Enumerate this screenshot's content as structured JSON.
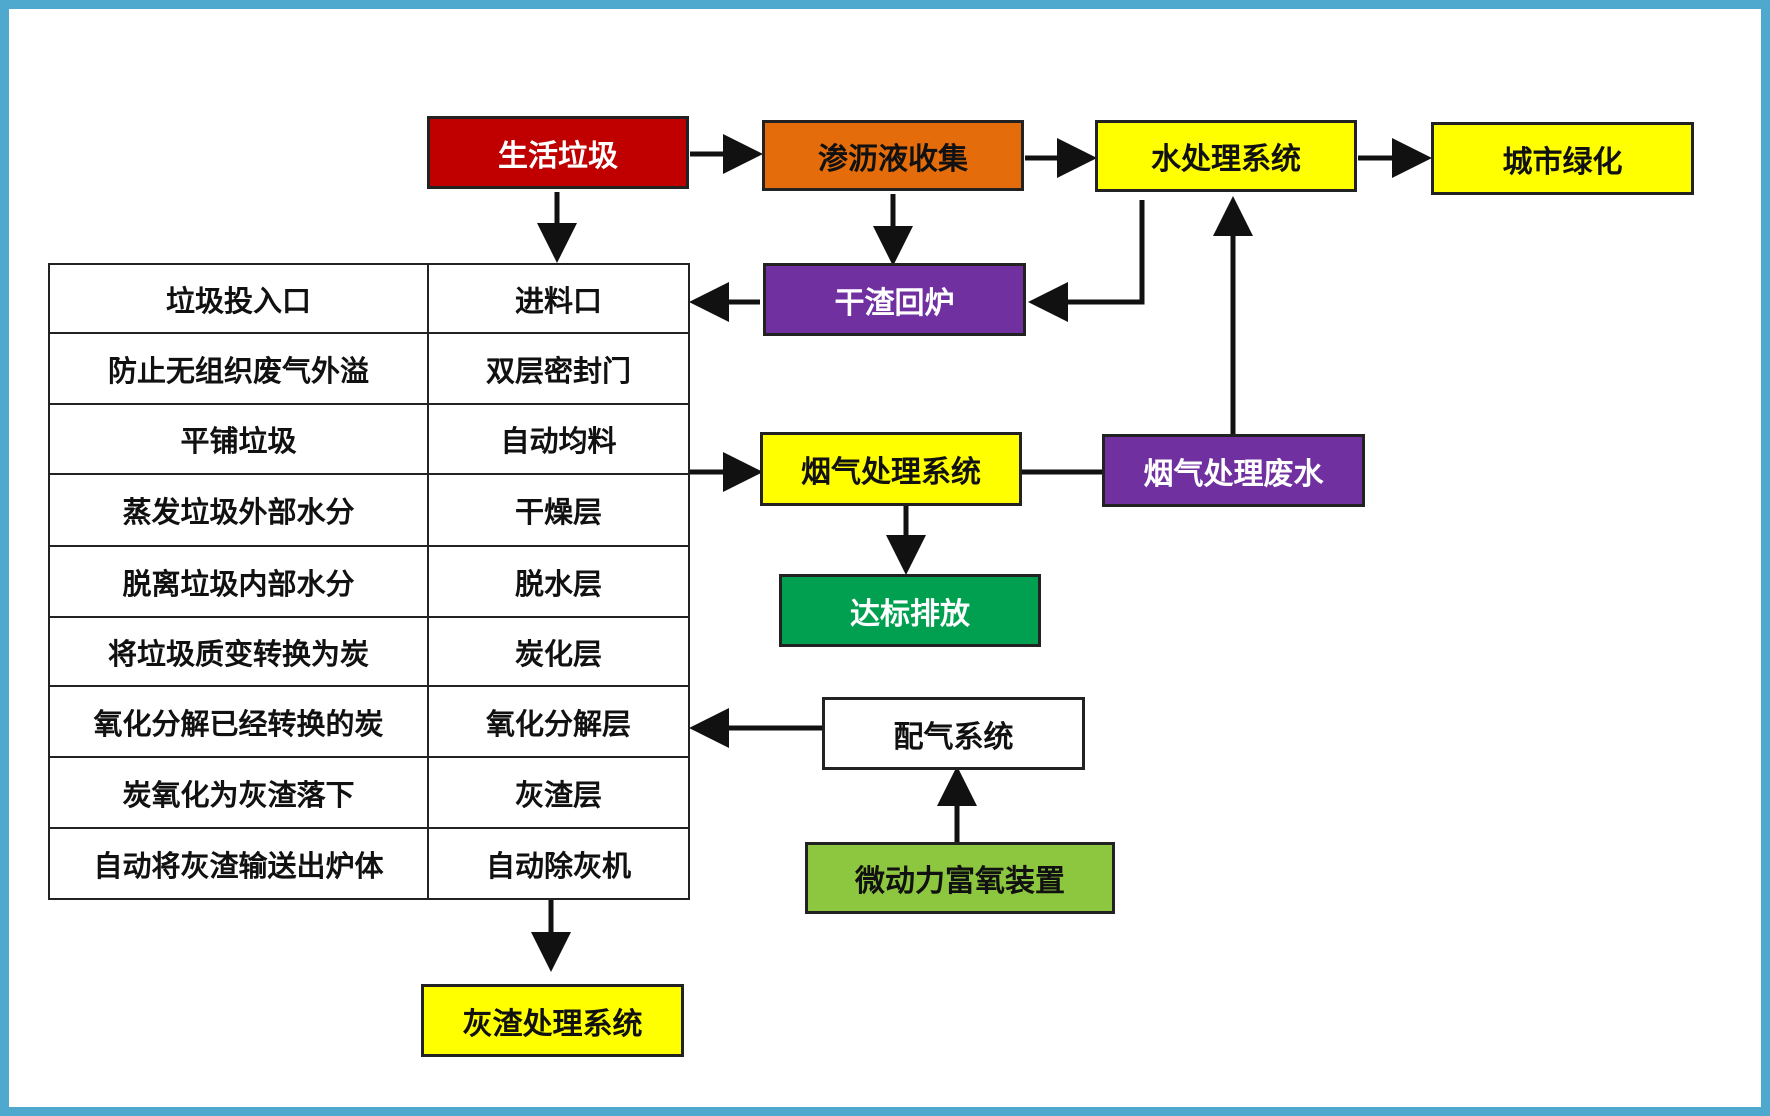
{
  "colors": {
    "frame": "#4fa9cf",
    "red": "#c00000",
    "orange": "#e46c0a",
    "yellow": "#ffff00",
    "purple": "#7030a0",
    "green_dark": "#00a050",
    "green_light": "#8dc63f",
    "white": "#ffffff",
    "line": "#111111"
  },
  "nodes": {
    "domestic_waste": "生活垃圾",
    "leachate_collection": "渗沥液收集",
    "water_treatment": "水处理系统",
    "urban_greening": "城市绿化",
    "dry_slag_return": "干渣回炉",
    "flue_gas_treatment": "烟气处理系统",
    "flue_gas_wastewater": "烟气处理废水",
    "emission_standard": "达标排放",
    "air_distribution": "配气系统",
    "oxygen_device": "微动力富氧装置",
    "ash_treatment": "灰渣处理系统"
  },
  "table": {
    "rows": [
      {
        "description": "垃圾投入口",
        "component": "进料口"
      },
      {
        "description": "防止无组织废气外溢",
        "component": "双层密封门"
      },
      {
        "description": "平铺垃圾",
        "component": "自动均料"
      },
      {
        "description": "蒸发垃圾外部水分",
        "component": "干燥层"
      },
      {
        "description": "脱离垃圾内部水分",
        "component": "脱水层"
      },
      {
        "description": "将垃圾质变转换为炭",
        "component": "炭化层"
      },
      {
        "description": "氧化分解已经转换的炭",
        "component": "氧化分解层"
      },
      {
        "description": "炭氧化为灰渣落下",
        "component": "灰渣层"
      },
      {
        "description": "自动将灰渣输送出炉体",
        "component": "自动除灰机"
      }
    ]
  }
}
